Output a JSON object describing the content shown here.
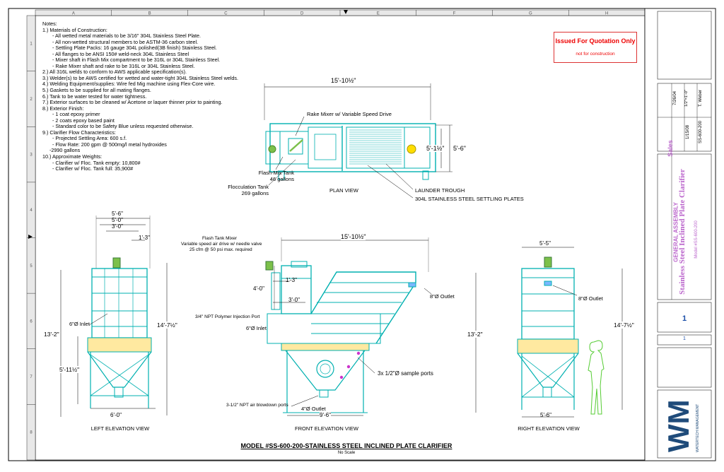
{
  "columns": [
    "A",
    "B",
    "C",
    "D",
    "E",
    "F",
    "G",
    "H"
  ],
  "rows": [
    "1",
    "2",
    "3",
    "4",
    "5",
    "6",
    "7",
    "8"
  ],
  "notes": {
    "heading": "Notes:",
    "lines": [
      {
        "text": "1.) Materials of Construction:",
        "indent": 0
      },
      {
        "text": "- All wetted metal materials to be 3/16\" 304L Stainless Steel Plate.",
        "indent": 1
      },
      {
        "text": "- All non-wetted structural members to be ASTM-36 carbon steel.",
        "indent": 1
      },
      {
        "text": "- Settling Plate Packs: 16 gauge 304L polished(3B finish) Stainless Steel.",
        "indent": 1
      },
      {
        "text": "- All flanges to be ANSI 150# weld-neck 304L Stainless Steel",
        "indent": 1
      },
      {
        "text": "- Mixer shaft in Flash Mix compartment to be 316L or 304L Stainless Steel.",
        "indent": 1
      },
      {
        "text": "- Rake Mixer shaft and rake to be 316L or 304L Stainless Steel.",
        "indent": 1
      },
      {
        "text": "2.) All 316L welds to conform to AWS applicable specification(s).",
        "indent": 0
      },
      {
        "text": "3.) Welder(s) to be AWS certified for wetted and water-tight 304L Stainless Steel welds.",
        "indent": 0
      },
      {
        "text": "4.) Welding Equipment/supplies: Wire fed Mig machine using Flex-Core wire.",
        "indent": 0
      },
      {
        "text": "5.) Gaskets to be supplied for all mating flanges.",
        "indent": 0
      },
      {
        "text": "6.) Tank to be water tested for water tightness.",
        "indent": 0
      },
      {
        "text": "7.) Exterior surfaces to be cleaned w/ Acetone or laquer thinner prior to painting.",
        "indent": 0
      },
      {
        "text": "8.) Exterior Finish:",
        "indent": 0
      },
      {
        "text": "- 1 coat epoxy primer",
        "indent": 1
      },
      {
        "text": "- 2 coats epoxy based paint",
        "indent": 1
      },
      {
        "text": "- Standard color to be Safety Blue unless requested otherwise.",
        "indent": 1
      },
      {
        "text": "9.) Clarifier Flow Characteristics:",
        "indent": 0
      },
      {
        "text": "- Projected Settling Area: 600 s.f.",
        "indent": 1
      },
      {
        "text": "- Flow Rate: 200 gpm @ 500mg/l metal hydroxides",
        "indent": 1
      },
      {
        "text": "-2990 gallons",
        "indent": 2
      },
      {
        "text": "10.) Approximate Weights:",
        "indent": 0
      },
      {
        "text": "- Clarifier w/ Floc. Tank empty: 10,800#",
        "indent": 1
      },
      {
        "text": "- Clarifier w/ Floc. Tank full:     35,900#",
        "indent": 1
      }
    ]
  },
  "stamp": {
    "title": "Issued For Quotation Only",
    "subtitle": "not for construction"
  },
  "plan_view": {
    "label": "PLAN VIEW",
    "dim_length": "15'-10½\"",
    "dim_width_inner": "5'-1½\"",
    "dim_width_outer": "5'-6\"",
    "rake_mixer": "Rake Mixer w/ Variable Speed Drive",
    "flash_mix_tank": "Flash-Mix Tank",
    "flash_mix_gallons": "46 gallons",
    "floc_tank": "Flocculation Tank",
    "floc_gallons": "269 gallons",
    "launder": "LAUNDER TROUGH",
    "plates": "304L STAINLESS STEEL SETTLING PLATES"
  },
  "left_view": {
    "label": "LEFT ELEVATION VIEW",
    "dims": [
      "5'-6\"",
      "5'-0\"",
      "3'-0\"",
      "1'-3\"",
      "13'-2\"",
      "14'-7½\"",
      "5'-11½\"",
      "6'-0\""
    ],
    "inlet": "6\"Ø Inlet"
  },
  "front_view": {
    "label": "FRONT ELEVATION VIEW",
    "dim_top": "15'-10½\"",
    "dim_bottom": "9'-6\"",
    "dim_height": "13'-2\"",
    "dim_4": "4'-0\"",
    "dim_13": "1'-3\"",
    "dim_3": "3'-0\"",
    "mixer_title": "Flash Tank Mixer",
    "mixer_desc1": "Variable speed air drive w/ needle valve",
    "mixer_desc2": "25 cfm @ 50 psi max. required",
    "polymer_port": "3/4\" NPT Polymer Injection Port",
    "inlet": "6\"Ø Inlet",
    "outlet_top": "8\"Ø Outlet",
    "sample_ports": "3x 1/2\"Ø sample ports",
    "blowdown": "3-1/2\" NPT air blowdown ports",
    "outlet_bottom": "4\"Ø Outlet"
  },
  "right_view": {
    "label": "RIGHT ELEVATION VIEW",
    "dim_top": "5'-5\"",
    "dim_height": "14'-7½\"",
    "dim_bottom": "5'-6\"",
    "outlet": "8\"Ø Outlet"
  },
  "title": {
    "main": "MODEL #SS-600-200-STAINLESS STEEL INCLINED PLATE CLARIFIER",
    "scale": "No Scale"
  },
  "title_block": {
    "general_assembly": "GENERAL ASSEMBLY",
    "product": "Stainless Steel Inclined Plate Clarifier",
    "model": "Model #SS-600-200",
    "sales": "Sales",
    "date": "7/26/04",
    "scale": "1/2\"=1'-0\"",
    "drawn_by": "T. Weber",
    "rev_date": "1/15/08",
    "dwg_no": "SS-600-200",
    "dwg_no_big": "1",
    "sheet": "1",
    "company": "WATERTECH MANAGEMENT"
  },
  "colors": {
    "equipment": "#00b0b0",
    "frame": "#1a8fa5",
    "accent_green": "#7cc04a",
    "magenta": "#cc33cc",
    "figure": "#55cc33",
    "title_purple": "#bb66cc",
    "stamp_red": "#e00000"
  }
}
